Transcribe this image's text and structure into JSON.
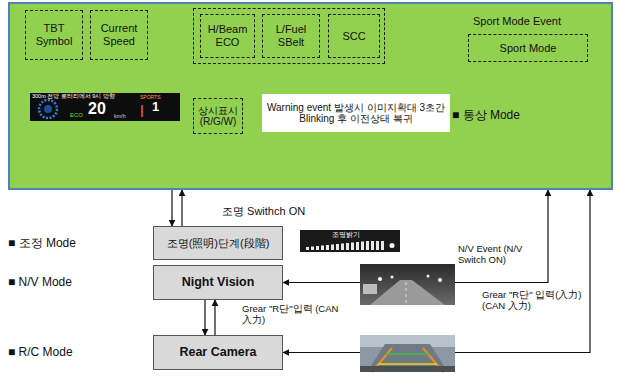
{
  "diagram": {
    "nodes": [
      {
        "text": [
          "■ 통상 Mode"
        ]
      },
      {
        "text": [
          "TBT Symbol"
        ],
        "in": 0
      },
      {
        "text": [
          "Current Speed"
        ],
        "in": 0
      },
      {
        "text": [
          "H/Beam ECO"
        ],
        "in": 0
      },
      {
        "text": [
          "L/Fuel SBelt"
        ],
        "in": 0
      },
      {
        "text": [
          "SCC"
        ],
        "in": 0
      },
      {
        "text": [
          "Sport Mode Event",
          "Sport Mode"
        ],
        "in": 0
      },
      {
        "text": [
          "상시표시 (R/G/W)"
        ],
        "in": 0
      },
      {
        "text": [
          "Warning event 발생시 이미지확대 3초간 Blinking 후 이전상태 복귀"
        ],
        "in": 0
      },
      {
        "text": [
          "조명(照明)단계(段階)"
        ]
      },
      {
        "text": [
          "Night Vision"
        ]
      },
      {
        "text": [
          "Rear Camera"
        ]
      }
    ],
    "edges": [
      {
        "from": 0,
        "to": 9,
        "arrow": "to"
      },
      {
        "from": 9,
        "to": 0,
        "arrow": "to"
      },
      {
        "from": 0,
        "to": 10,
        "arrow": "both"
      },
      {
        "from": 0,
        "to": 11,
        "arrow": "both"
      },
      {
        "from": 10,
        "to": 11,
        "arrow": "to"
      },
      {
        "from": 11,
        "to": 10,
        "arrow": "to"
      }
    ],
    "labels": [
      "300m 전방 로터리에서 9시 방향",
      "20",
      "ECO",
      "km/h",
      "SPORTS",
      "1",
      "조명 Swithch ON",
      "■ 조정 Mode",
      "조명밝기",
      "■ N/V Mode",
      "N/V Event (N/V Switch ON)",
      "Grear \"R단\"입력 (CAN 入力)",
      "■ R/C Mode",
      "Grear \"R단\" 입력(入力) (CAN 入力)"
    ]
  }
}
